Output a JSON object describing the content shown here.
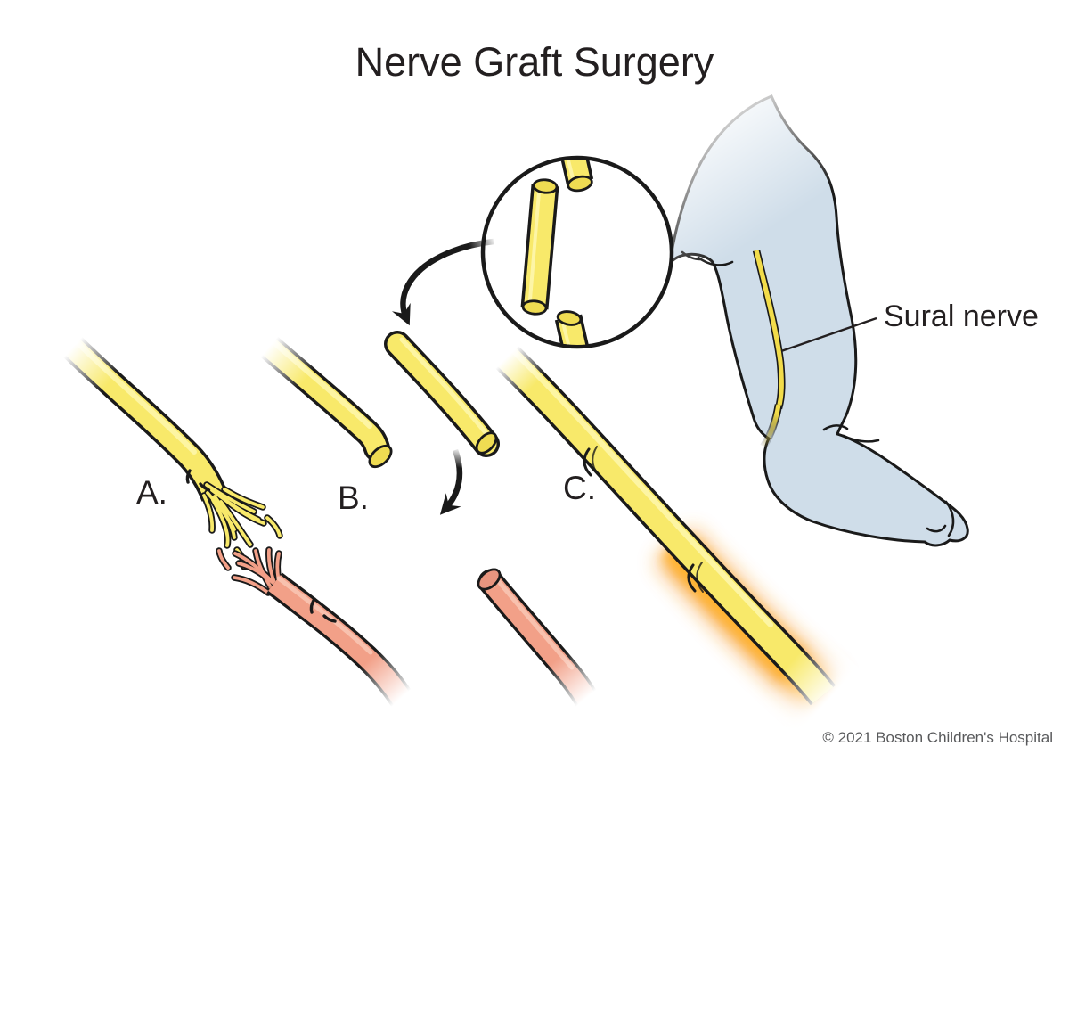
{
  "title": "Nerve Graft Surgery",
  "figure": {
    "step_labels": [
      {
        "id": "A",
        "label": "A."
      },
      {
        "id": "B",
        "label": "B."
      },
      {
        "id": "C",
        "label": "C."
      }
    ],
    "annotations": {
      "sural_nerve": "Sural nerve"
    },
    "copyright": "© 2021 Boston Children's Hospital",
    "icons": [
      "magnifier-inset-circle",
      "curved-arrow-graft-harvest",
      "curved-arrow-graft-placement"
    ],
    "steps_depicted": {
      "A": "damaged nerve with frayed torn ends",
      "B": "cut nerve ends with sural nerve graft segment",
      "C": "repaired nerve with graft sutured in place and regeneration glow"
    }
  },
  "colors": {
    "background": "#FFFFFF",
    "text_dark": "#231F20",
    "text_gray": "#58595B",
    "nerve_outline": "#1A1A1A",
    "nerve_yellow": "#F8E96A",
    "nerve_highlight": "#FDF5A6",
    "nerve_shade": "#E2CA40",
    "nerve_face": "#EFDC52",
    "sural_yellow": "#F2DC4A",
    "damaged_pink": "#F2A088",
    "pink_highlight": "#F8C3B0",
    "pink_shade": "#D98B73",
    "pink_face": "#E8957F",
    "skin_blue": "#CFDDE9",
    "glow_orange": "#F7941D",
    "glow_inner": "#FFB32B"
  }
}
